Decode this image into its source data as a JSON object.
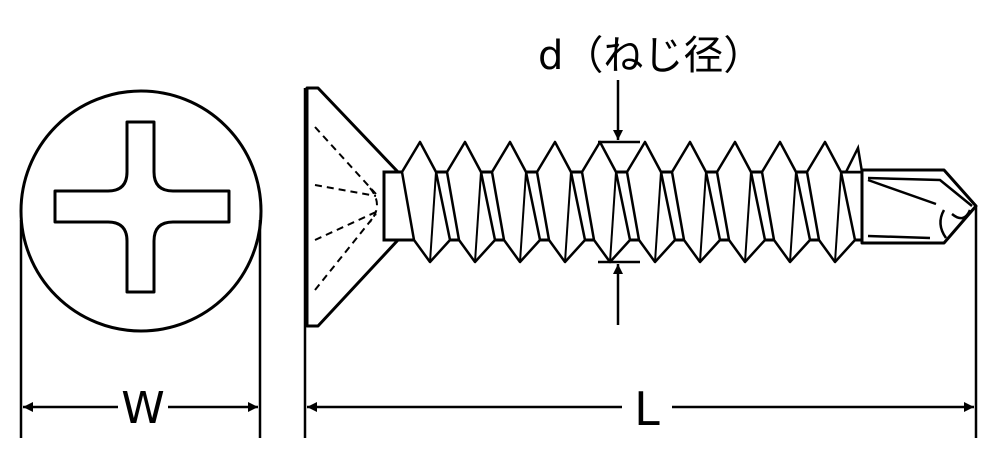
{
  "labels": {
    "diameter": "d（ねじ径）",
    "width": "W",
    "length": "L"
  },
  "colors": {
    "ink": "#000000",
    "fill": "#ffffff"
  }
}
